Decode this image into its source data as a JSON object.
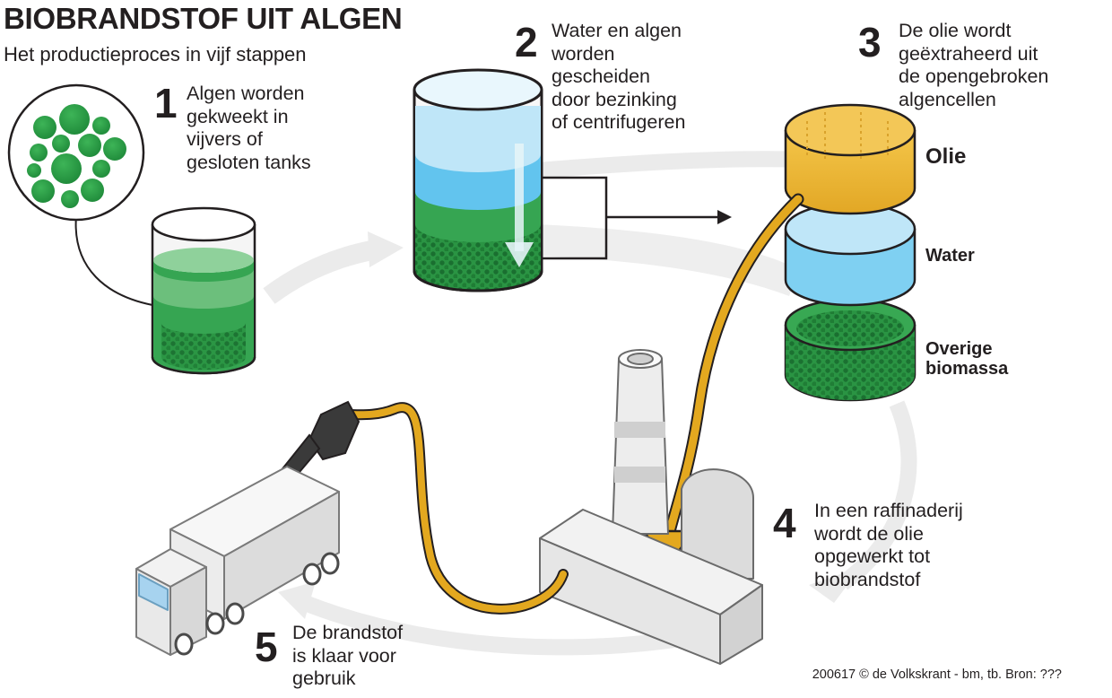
{
  "header": {
    "title_light": "BIOBRANDSTOF UIT",
    "title_bold": "ALGEN",
    "subtitle": "Het productieproces in vijf stappen"
  },
  "steps": [
    {
      "number": "1",
      "text": "Algen worden\ngekweekt in\nvijvers of\ngesloten tanks"
    },
    {
      "number": "2",
      "text": "Water en algen\nworden\ngescheiden\ndoor bezinking\nof centrifugeren"
    },
    {
      "number": "3",
      "text": "De olie wordt\ngeëxtraheerd uit\nde opengebroken\nalgencellen"
    },
    {
      "number": "4",
      "text": "In een raffinaderij\nwordt de olie\nopgewerkt tot\nbiobrandstof"
    },
    {
      "number": "5",
      "text": "De brandstof\nis klaar voor\ngebruik"
    }
  ],
  "layers": {
    "oil": "Olie",
    "water": "Water",
    "biomass": "Overige\nbiomassa"
  },
  "credit": "200617 © de Volkskrant - bm, tb. Bron: ???",
  "colors": {
    "algae_green": "#2e9a45",
    "algae_dark": "#1e7a35",
    "water_blue": "#62c4ee",
    "water_light": "#bfe6f8",
    "oil_yellow": "#e9b531",
    "oil_pipe": "#e3a81f",
    "grey_flow": "#e8e8e8"
  }
}
